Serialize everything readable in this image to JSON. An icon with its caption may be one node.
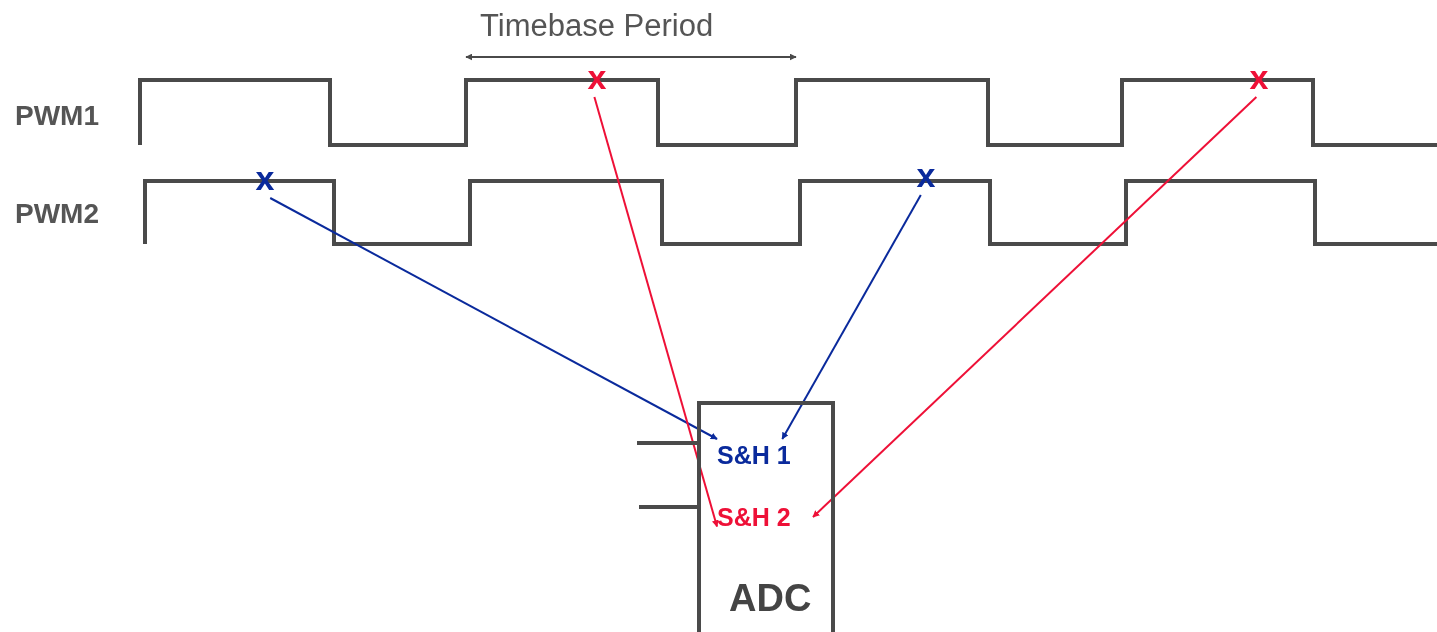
{
  "diagram": {
    "nodes": [
      {
        "text": [
          "ADC"
        ]
      },
      {
        "text": [
          "S&H 1"
        ],
        "in": 0
      },
      {
        "text": [
          "S&H 2"
        ],
        "in": 0
      },
      {
        "text": [
          "x"
        ]
      },
      {
        "text": [
          "x"
        ]
      },
      {
        "text": [
          "x"
        ]
      },
      {
        "text": [
          "x"
        ]
      }
    ],
    "edges": [
      {
        "from": 3,
        "to": 1,
        "arrow": "to",
        "color": "#0a2a9c"
      },
      {
        "from": 4,
        "to": 2,
        "arrow": "to",
        "color": "#ee1037"
      },
      {
        "from": 5,
        "to": 1,
        "arrow": "to",
        "color": "#0a2a9c"
      },
      {
        "from": 6,
        "to": 2,
        "arrow": "to",
        "color": "#ee1037"
      },
      {
        "from": null,
        "to": 0,
        "arrow": "none"
      },
      {
        "from": null,
        "to": 0,
        "arrow": "none"
      }
    ],
    "labels": [
      "Timebase Period",
      "PWM1",
      "PWM2"
    ]
  }
}
